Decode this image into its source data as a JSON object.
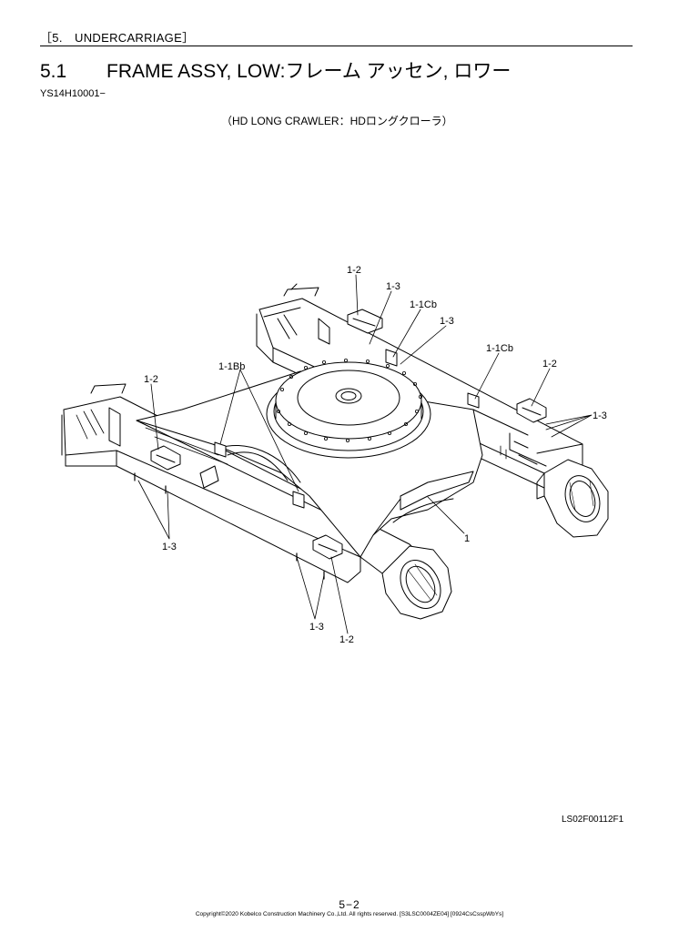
{
  "header": {
    "section": "［5.　UNDERCARRIAGE］"
  },
  "title": {
    "number": "5.1",
    "text": "FRAME ASSY, LOW:フレーム アッセン, ロワー"
  },
  "serial": "YS14H10001−",
  "subtitle": "（HD LONG CRAWLER：HDロングクローラ）",
  "callouts": {
    "c1": "1",
    "c2_top": "1-2",
    "c3_top": "1-3",
    "c1cb_a": "1-1Cb",
    "c3_mid": "1-3",
    "c1cb_b": "1-1Cb",
    "c2_right": "1-2",
    "c3_right": "1-3",
    "c1bb": "1-1Bb",
    "c2_left": "1-2",
    "c3_left": "1-3",
    "c3_bottom": "1-3",
    "c2_bottom": "1-2"
  },
  "figure_code": "LS02F00112F1",
  "footer": {
    "page": "5−2",
    "copyright": "Copyright©2020 Kobelco Construction Machinery Co.,Ltd. All rights reserved. [S3LSC0004ZE04] [0924CsCsspWbYs]"
  }
}
